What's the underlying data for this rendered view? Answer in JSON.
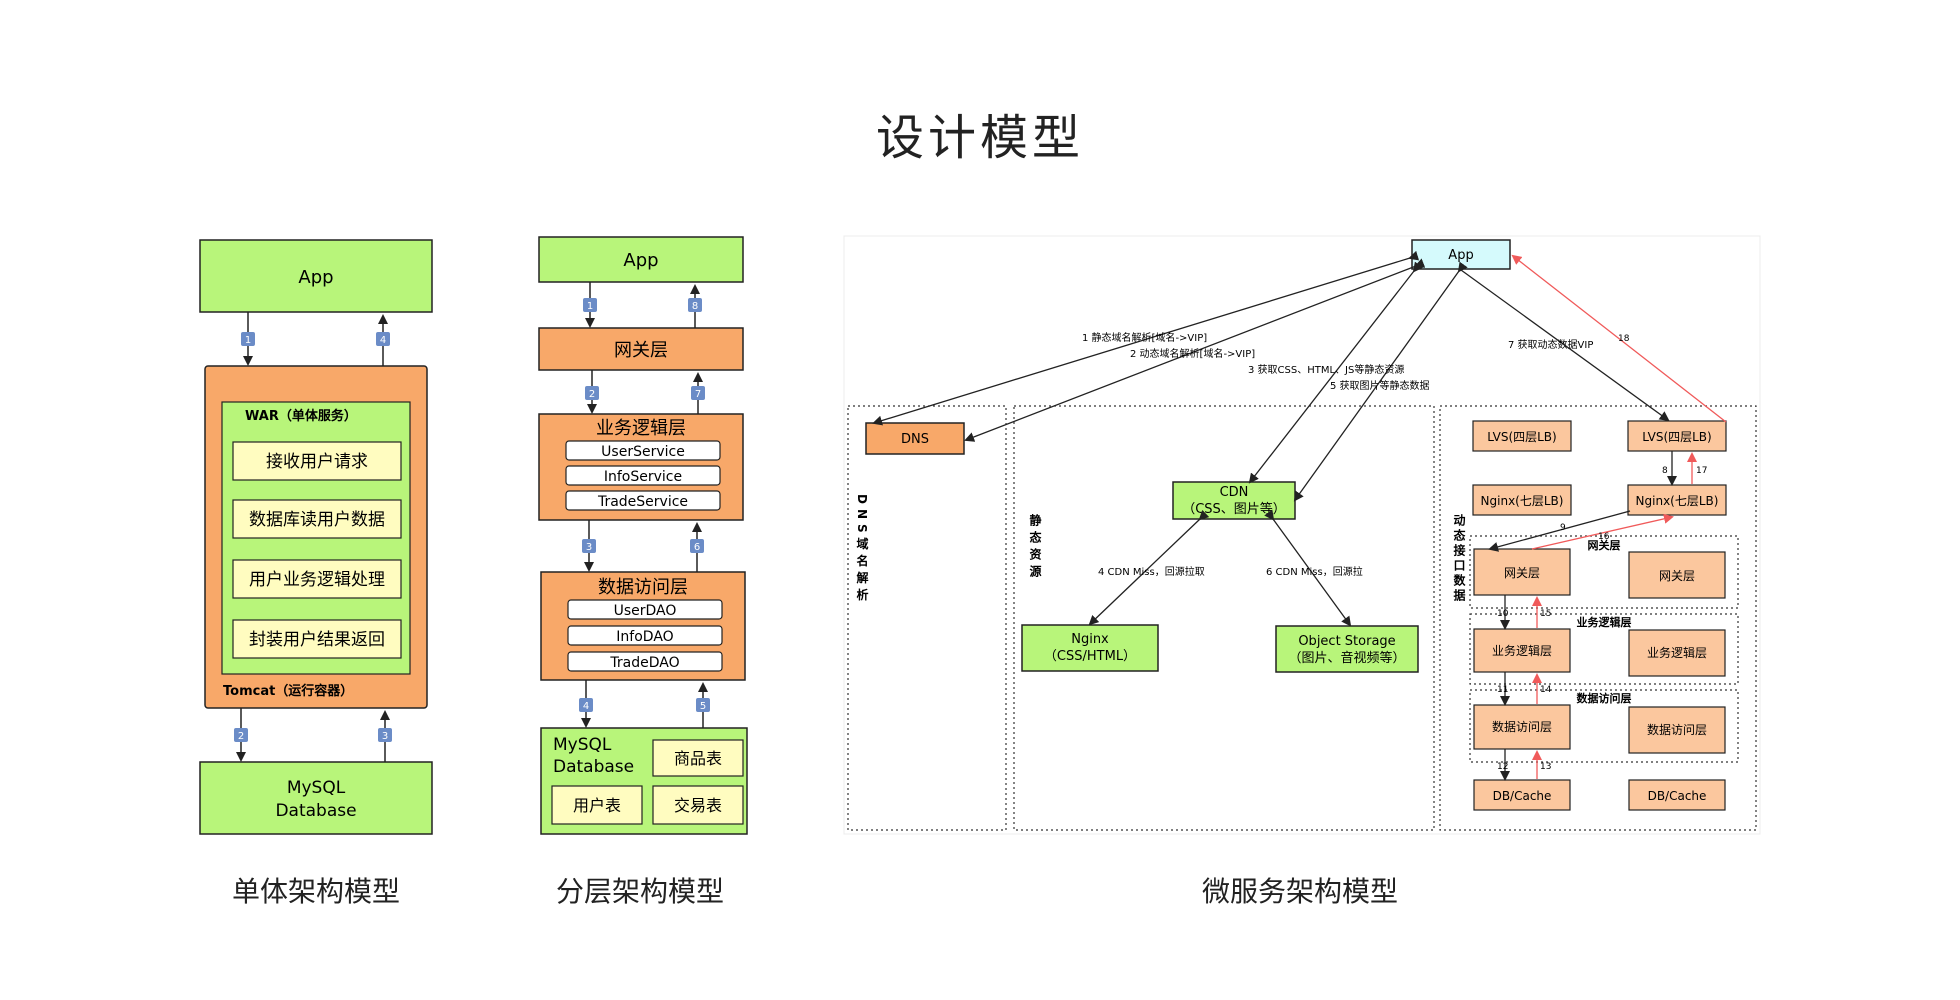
{
  "title": "设计模型",
  "captions": {
    "monolith": "单体架构模型",
    "layered": "分层架构模型",
    "micro": "微服务架构模型"
  },
  "monolith": {
    "app": "App",
    "war": "WAR（单体服务）",
    "steps": [
      "接收用户请求",
      "数据库读用户数据",
      "用户业务逻辑处理",
      "封装用户结果返回"
    ],
    "tomcat": "Tomcat（运行容器）",
    "db1": "MySQL",
    "db2": "Database",
    "badges": [
      "1",
      "4",
      "2",
      "3"
    ]
  },
  "layered": {
    "app": "App",
    "gateway": "网关层",
    "biz": "业务逻辑层",
    "services": [
      "UserService",
      "InfoService",
      "TradeService"
    ],
    "dao": "数据访问层",
    "daos": [
      "UserDAO",
      "InfoDAO",
      "TradeDAO"
    ],
    "db1": "MySQL",
    "db2": "Database",
    "tables": [
      "商品表",
      "用户表",
      "交易表"
    ],
    "badges": [
      "1",
      "8",
      "2",
      "7",
      "3",
      "6",
      "4",
      "5"
    ]
  },
  "micro": {
    "app": "App",
    "dns": "DNS",
    "dns_label": "DNS域名解析",
    "static_label": "静态资源",
    "dynamic_label": "动态接口数据",
    "cdn1": "CDN",
    "cdn2": "（CSS、图片等）",
    "nginx1": "Nginx",
    "nginx2": "（CSS/HTML）",
    "os1": "Object Storage",
    "os2": "（图片、音视频等）",
    "lvs": "LVS(四层LB)",
    "nginx7": "Nginx(七层LB)",
    "gateway_group": "网关层",
    "gateway": "网关层",
    "biz_group": "业务逻辑层",
    "biz": "业务逻辑层",
    "dao_group": "数据访问层",
    "dao": "数据访问层",
    "db": "DB/Cache",
    "edge_labels": {
      "e1": "1 静态域名解析[域名->VIP]",
      "e2": "2 动态域名解析[域名->VIP]",
      "e3": "3 获取CSS、HTML、JS等静态资源",
      "e5": "5 获取图片等静态数据",
      "e4": "4 CDN Miss，回源拉取",
      "e6": "6 CDN Miss，回源拉",
      "e7": "7 获取动态数据VIP",
      "e18": "18",
      "e8": "8",
      "e17": "17",
      "e9": "9",
      "e16": "16",
      "e10": "10",
      "e15": "15",
      "e11": "11",
      "e14": "14",
      "e12": "12",
      "e13": "13"
    }
  },
  "colors": {
    "green": "#b8f57a",
    "orange": "#f8a869",
    "light_orange": "#fbc79e",
    "cream": "#fffcc0",
    "cyan": "#d5fafc",
    "red": "#f05a5a"
  }
}
